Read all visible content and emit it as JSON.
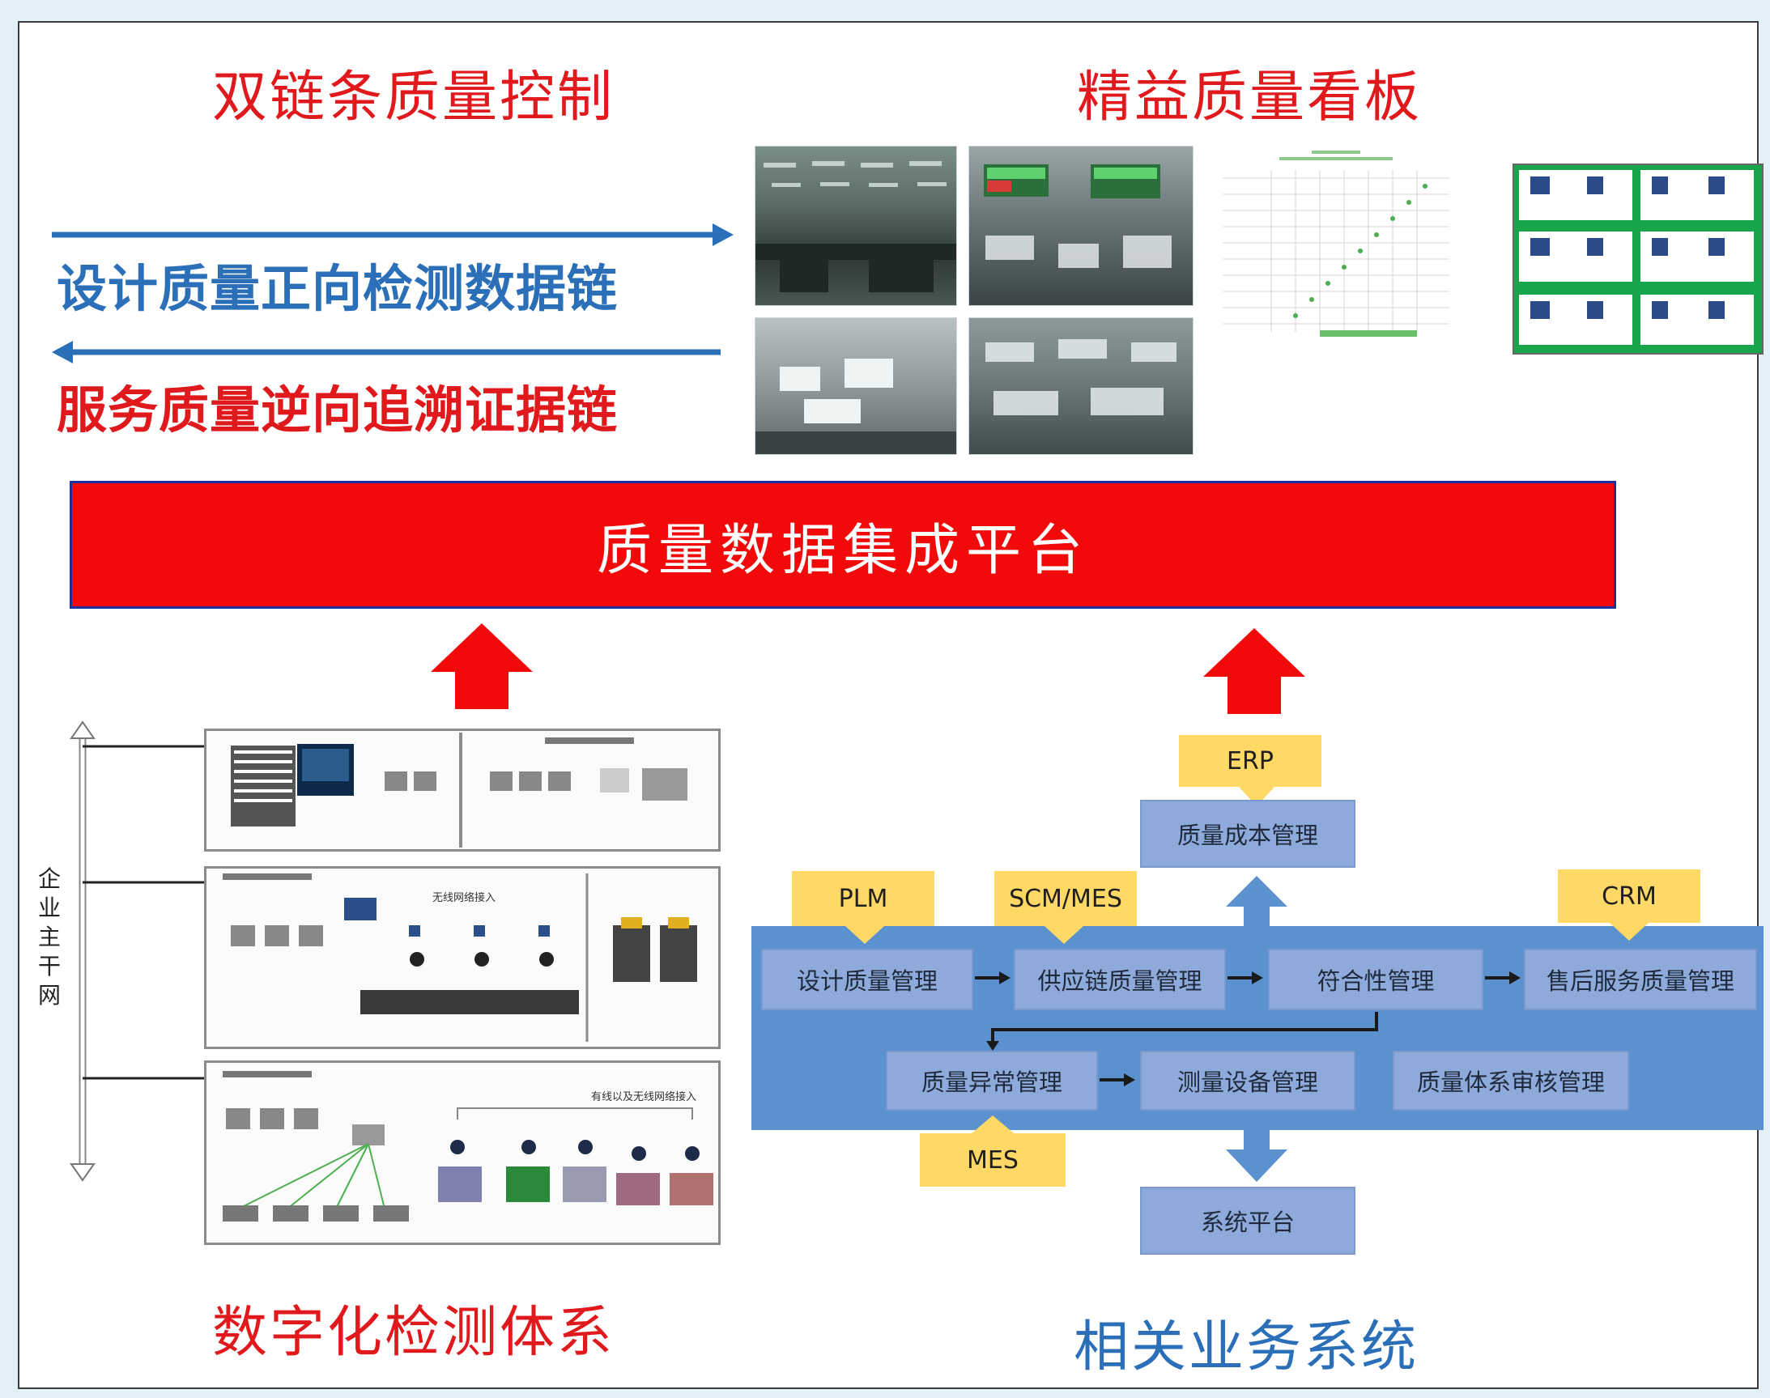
{
  "titles": {
    "dual_chain": "双链条质量控制",
    "lean_board": "精益质量看板",
    "digital_detect": "数字化检测体系",
    "business": "相关业务系统"
  },
  "chains": {
    "forward": "设计质量正向检测数据链",
    "reverse": "服务质量逆向追溯证据链"
  },
  "platform": "质量数据集成平台",
  "network": {
    "backbone_label": "企业主干网",
    "wireless_access": "无线网络接入",
    "wired_wireless_access": "有线以及无线网络接入"
  },
  "process": {
    "tags": {
      "erp": "ERP",
      "plm": "PLM",
      "scm": "SCM/MES",
      "crm": "CRM",
      "mes": "MES"
    },
    "boxes": {
      "cost": "质量成本管理",
      "design": "设计质量管理",
      "supply": "供应链质量管理",
      "conform": "符合性管理",
      "aftersale": "售后服务质量管理",
      "exception": "质量异常管理",
      "measure": "测量设备管理",
      "audit": "质量体系审核管理",
      "platform": "系统平台"
    }
  },
  "colors": {
    "red": "#e0191c",
    "blue": "#2a6fb8",
    "banner": "#f20a0a",
    "process_bg": "#5c91cf",
    "box": "#8eaadb",
    "tag": "#ffd866"
  }
}
